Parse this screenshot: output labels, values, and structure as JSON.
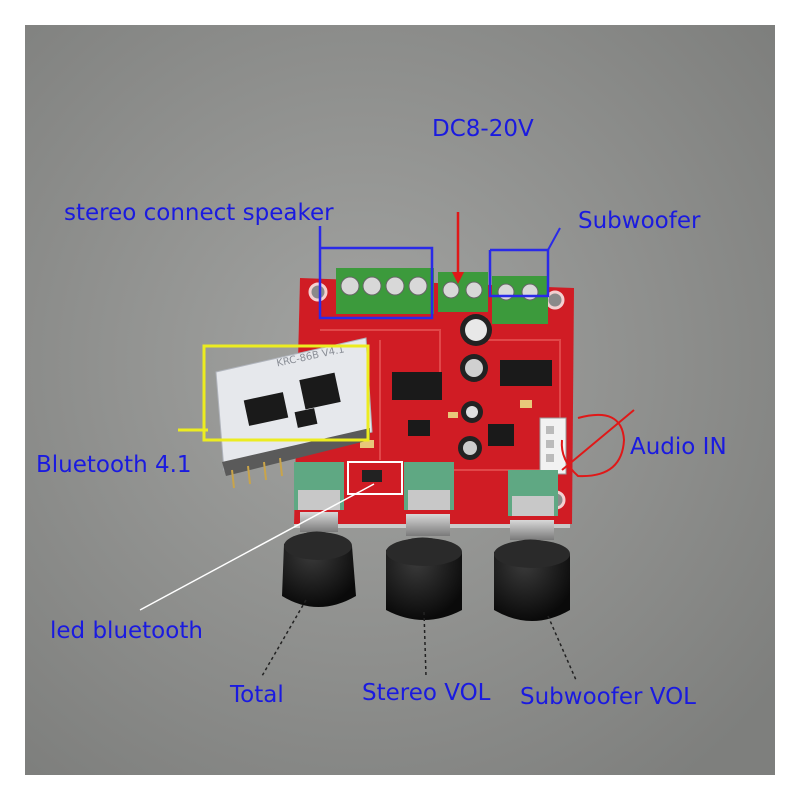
{
  "colors": {
    "background": "#8e8f8d",
    "label_text": "#1a1ae0",
    "pcb": "#d01c24",
    "terminal": "#3c9a3c",
    "knob": "#141414",
    "bluetooth_module": "#e6e8ec",
    "annotation_blue": "#2a2ae8",
    "annotation_yellow": "#ecec20",
    "annotation_red": "#e01818",
    "annotation_white": "#ffffff"
  },
  "labels": {
    "dc_input": "DC8-20V",
    "stereo_speaker": "stereo connect speaker",
    "subwoofer": "Subwoofer",
    "bluetooth": "Bluetooth 4.1",
    "audio_in": "Audio IN",
    "led_bluetooth": "led bluetooth",
    "total": "Total",
    "stereo_vol": "Stereo VOL",
    "subwoofer_vol": "Subwoofer VOL"
  },
  "module_marking": "KRC-86B V4.1"
}
